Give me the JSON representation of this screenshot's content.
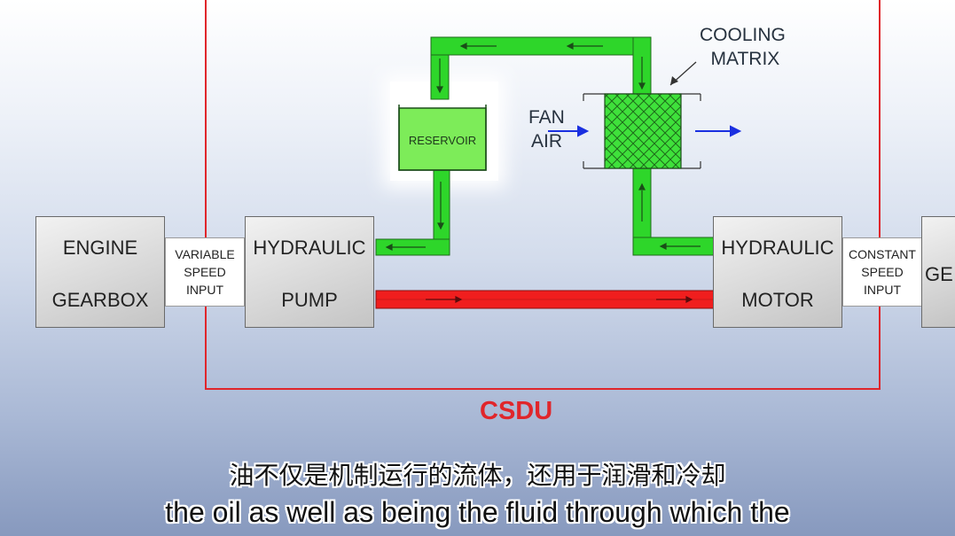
{
  "diagram": {
    "boxes": {
      "engine_gearbox": {
        "line1": "ENGINE",
        "line2": "GEARBOX"
      },
      "hydraulic_pump": {
        "line1": "HYDRAULIC",
        "line2": "PUMP"
      },
      "hydraulic_motor": {
        "line1": "HYDRAULIC",
        "line2": "MOTOR"
      },
      "generator": {
        "line1": "GE"
      }
    },
    "connectors": {
      "variable_speed_input": [
        "VARIABLE",
        "SPEED",
        "INPUT"
      ],
      "constant_speed_input": [
        "CONSTANT",
        "SPEED",
        "INPUT"
      ]
    },
    "reservoir_label": "RESERVOIR",
    "cooling_matrix_label": [
      "COOLING",
      "MATRIX"
    ],
    "fan_air_label": [
      "FAN",
      "AIR"
    ],
    "csdu_label": "CSDU",
    "colors": {
      "low_pressure": "#2ed62a",
      "high_pressure": "#f01e1e",
      "csdu_border": "#e0262b",
      "air_arrow": "#1a2fe0"
    }
  },
  "subtitles": {
    "zh": "油不仅是机制运行的流体，还用于润滑和冷却",
    "en": "the oil as well as being the fluid through which the"
  }
}
